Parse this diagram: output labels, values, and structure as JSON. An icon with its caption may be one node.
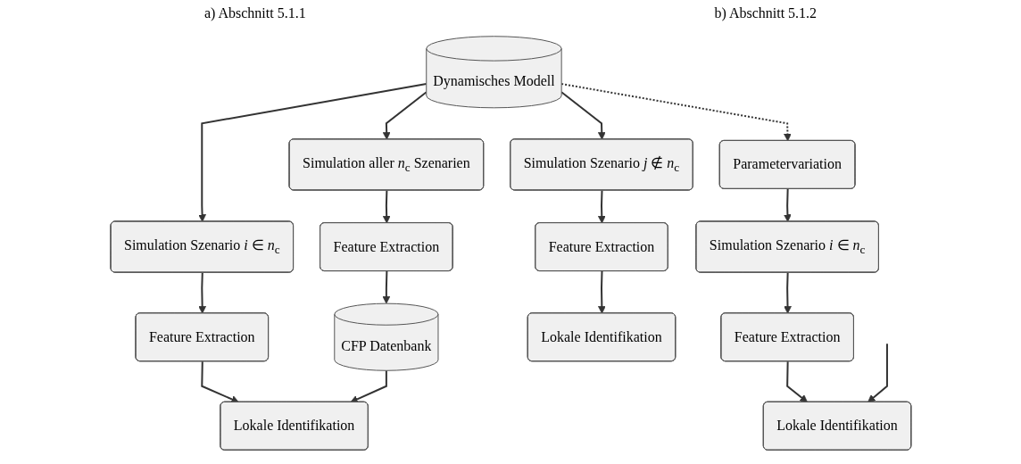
{
  "diagram": {
    "nodes": [
      {
        "text": [
          "Dynamisches Modell"
        ]
      },
      {
        "text": [
          "Simulation aller *n*$_{c}$ Szenarien"
        ]
      },
      {
        "text": [
          "Feature Extraction"
        ]
      },
      {
        "text": [
          "CFP Datenbank"
        ]
      },
      {
        "text": [
          "Simulation Szenario *i* ∈ *n*$_{c}$"
        ]
      },
      {
        "text": [
          "Feature Extraction"
        ]
      },
      {
        "text": [
          "Lokale Identifikation"
        ]
      },
      {
        "text": [
          "Simulation Szenario *j* ∉ *n*$_{c}$"
        ]
      },
      {
        "text": [
          "Feature Extraction"
        ]
      },
      {
        "text": [
          "Lokale Identifikation"
        ]
      },
      {
        "text": [
          "Parametervariation"
        ]
      },
      {
        "text": [
          "Simulation Szenario *i* ∈ *n*$_{c}$"
        ]
      },
      {
        "text": [
          "Feature Extraction"
        ]
      },
      {
        "text": [
          "Lokale Identifikation"
        ]
      }
    ],
    "edges": [
      {
        "from": 0,
        "to": 1,
        "arrow": "to"
      },
      {
        "from": 1,
        "to": 2,
        "arrow": "to"
      },
      {
        "from": 2,
        "to": 3,
        "arrow": "to"
      },
      {
        "from": 0,
        "to": 4,
        "arrow": "to"
      },
      {
        "from": 4,
        "to": 5,
        "arrow": "to"
      },
      {
        "from": 5,
        "to": 6,
        "arrow": "to"
      },
      {
        "from": 0,
        "to": 7,
        "arrow": "to"
      },
      {
        "from": 7,
        "to": 8,
        "arrow": "to"
      },
      {
        "from": 8,
        "to": 9,
        "arrow": "to"
      },
      {
        "from": 0,
        "to": 10,
        "arrow": "to",
        "style": "dashed"
      },
      {
        "from": 10,
        "to": 11,
        "arrow": "to"
      },
      {
        "from": 11,
        "to": 12,
        "arrow": "to"
      },
      {
        "from": 12,
        "to": 13,
        "arrow": "to"
      },
      {
        "from": 3,
        "to": 6,
        "arrow": "to"
      },
      {
        "from": null,
        "to": 13,
        "arrow": "to"
      }
    ],
    "labels": [
      "a) Abschnitt 5.1.1",
      "b) Abschnitt 5.1.2"
    ]
  }
}
